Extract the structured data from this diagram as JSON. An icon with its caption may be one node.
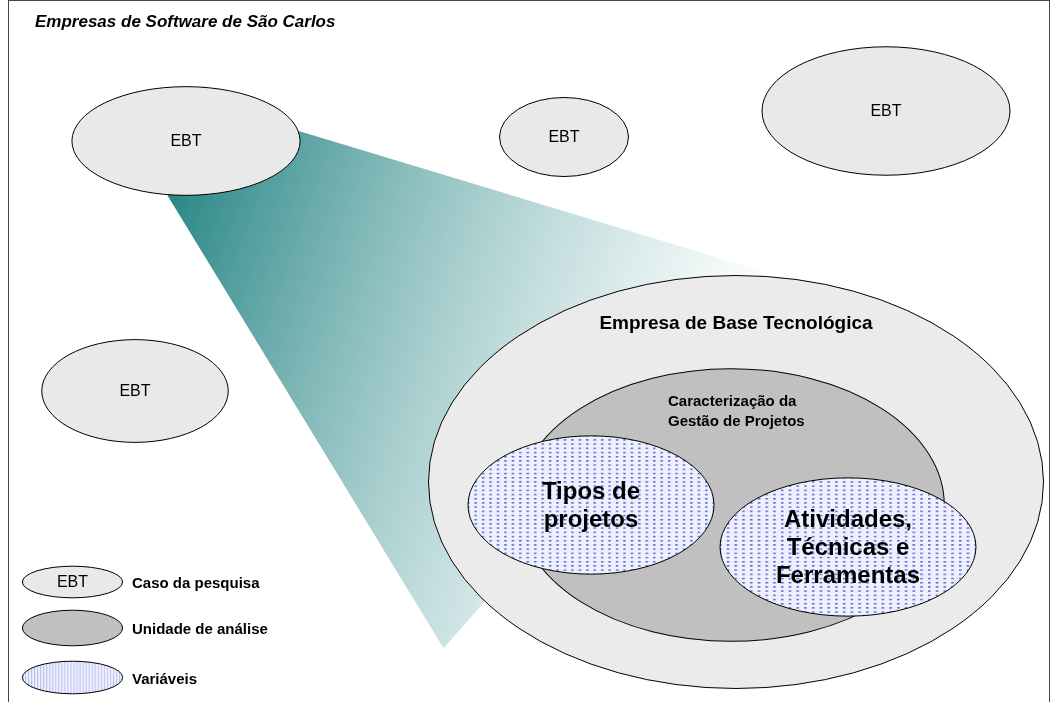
{
  "diagram": {
    "nodes": [
      {
        "text": [
          "Empresas de Software de São Carlos"
        ]
      },
      {
        "text": [
          "EBT"
        ],
        "in": 0
      },
      {
        "text": [
          "EBT"
        ],
        "in": 0
      },
      {
        "text": [
          "EBT"
        ],
        "in": 0
      },
      {
        "text": [
          "EBT"
        ],
        "in": 0
      },
      {
        "text": [
          "Empresa de Base Tecnológica"
        ],
        "in": 0
      },
      {
        "text": [
          "Caracterização da Gestão de Projetos"
        ],
        "in": 5
      },
      {
        "text": [
          "Tipos de projetos"
        ],
        "in": 5
      },
      {
        "text": [
          "Atividades, Técnicas e Ferramentas"
        ],
        "in": 5
      }
    ],
    "edges": [
      {
        "from": 1,
        "to": 5,
        "arrow": "none"
      }
    ],
    "labels": [
      "EBT"
    ],
    "legend": [
      {
        "text": "Caso da pesquisa"
      },
      {
        "text": "Unidade de análise"
      },
      {
        "text": "Variáveis"
      }
    ]
  }
}
